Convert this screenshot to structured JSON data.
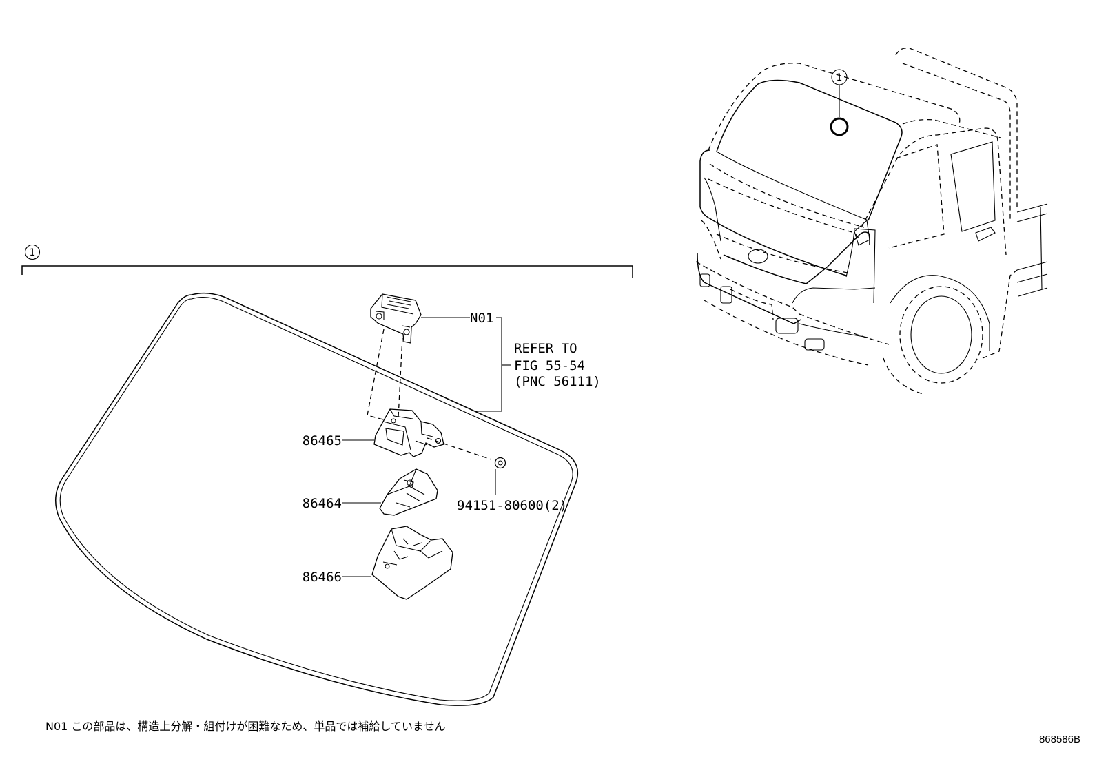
{
  "diagram": {
    "group_marker": "1",
    "callouts": {
      "n01": "N01",
      "refer_line1": "REFER TO",
      "refer_line2": "FIG 55-54",
      "refer_line3": "(PNC 56111)",
      "part_86465": "86465",
      "part_86464": "86464",
      "part_86466": "86466",
      "bolt": "94151-80600(2)"
    },
    "truck_marker": "1",
    "footnote": "N01 この部品は、構造上分解・組付けが困難なため、単品では補給していません",
    "figure_code": "868586B"
  }
}
